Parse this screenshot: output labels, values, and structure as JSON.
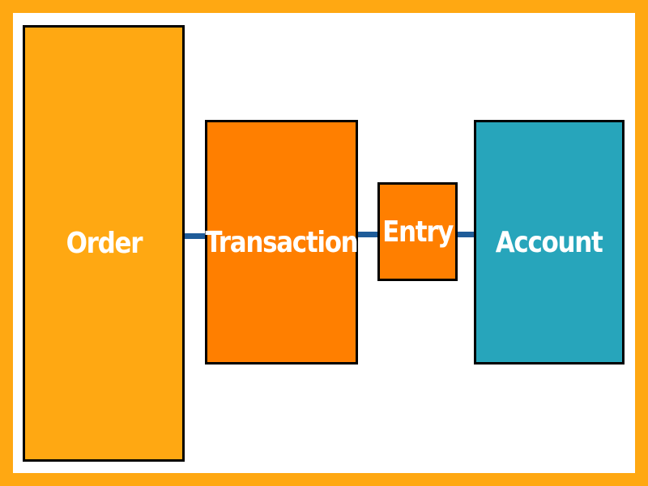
{
  "colors": {
    "frame": "#FFA812",
    "background": "#FFFFFF",
    "connector": "#1F5C99",
    "outline": "#000000",
    "label": "#FFFFFF"
  },
  "nodes": [
    {
      "id": "order",
      "label": "Order",
      "color": "#FFA812"
    },
    {
      "id": "transaction",
      "label": "Transaction",
      "color": "#FF7F00"
    },
    {
      "id": "entry",
      "label": "Entry",
      "color": "#FF7F00"
    },
    {
      "id": "account",
      "label": "Account",
      "color": "#27A5BB"
    }
  ],
  "edges": [
    {
      "from": "order",
      "to": "transaction"
    },
    {
      "from": "transaction",
      "to": "entry"
    },
    {
      "from": "entry",
      "to": "account"
    }
  ]
}
